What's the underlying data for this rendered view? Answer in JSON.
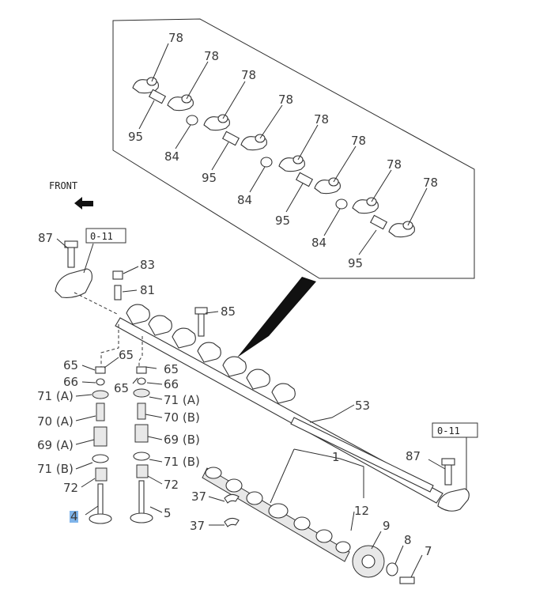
{
  "front_label": "FRONT",
  "highlight_color": "#7fb4ea",
  "ref_labels": [
    "0-11",
    "0-11"
  ],
  "callouts_detail": [
    "78",
    "78",
    "78",
    "78",
    "78",
    "78",
    "78",
    "78",
    "95",
    "84",
    "95",
    "84",
    "95",
    "84",
    "95"
  ],
  "callouts_main": [
    "87",
    "83",
    "81",
    "85",
    "65",
    "65",
    "65",
    "66",
    "65",
    "66",
    "71 (A)",
    "71 (A)",
    "70 (A)",
    "70 (B)",
    "69 (A)",
    "69 (B)",
    "71 (B)",
    "71 (B)",
    "72",
    "72",
    "4",
    "5",
    "53",
    "1",
    "87",
    "37",
    "37",
    "12",
    "9",
    "8",
    "7"
  ]
}
